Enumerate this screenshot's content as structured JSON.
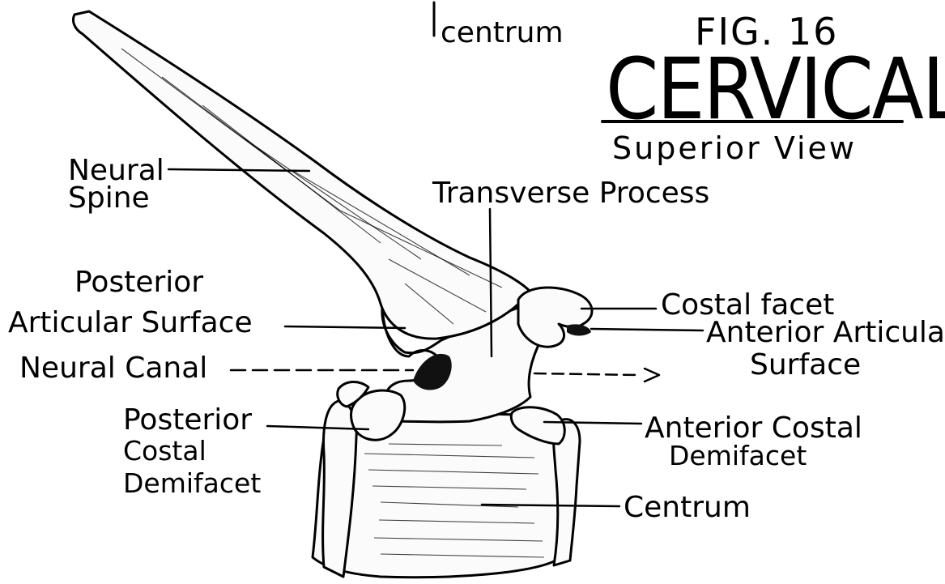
{
  "title": {
    "fig_number": "FIG. 16",
    "name": "CERVICAL",
    "view": "Superior View"
  },
  "stray_label": "centrum",
  "labels": {
    "neural_spine": [
      "Neural",
      "Spine"
    ],
    "transverse_process": "Transverse Process",
    "posterior_articular_surface": [
      "Posterior",
      "Articular Surface"
    ],
    "neural_canal": "Neural Canal",
    "posterior_costal_demifacet": [
      "Posterior",
      "Costal",
      "Demifacet"
    ],
    "costal_facet": "Costal facet",
    "anterior_articular_surface": [
      "Anterior Articular",
      "Surface"
    ],
    "anterior_costal_demifacet": [
      "Anterior Costal",
      "Demifacet"
    ],
    "centrum": "Centrum"
  }
}
